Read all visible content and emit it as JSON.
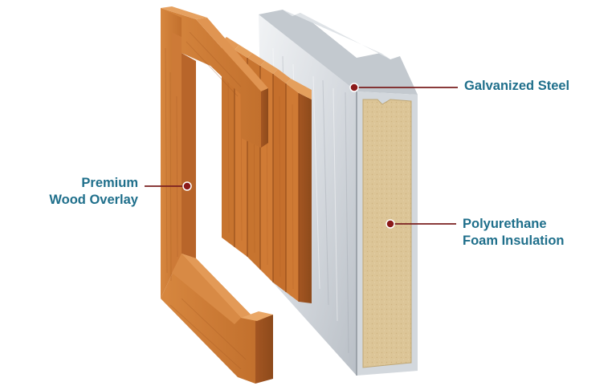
{
  "labels": {
    "wood_overlay": {
      "line1": "Premium",
      "line2": "Wood Overlay"
    },
    "galvanized_steel": "Galvanized Steel",
    "foam_insulation": {
      "line1": "Polyurethane",
      "line2": "Foam Insulation"
    }
  },
  "colors": {
    "label_text": "#1f6f8b",
    "leader_line": "#7a1f1f",
    "leader_dot": "#8b1a1a",
    "wood_light": "#d98a45",
    "wood_mid": "#c4702f",
    "wood_dark": "#9c5220",
    "steel_light": "#eceff2",
    "steel_mid": "#c9ced4",
    "steel_dark": "#a9b0b8",
    "foam": "#dcc597"
  }
}
